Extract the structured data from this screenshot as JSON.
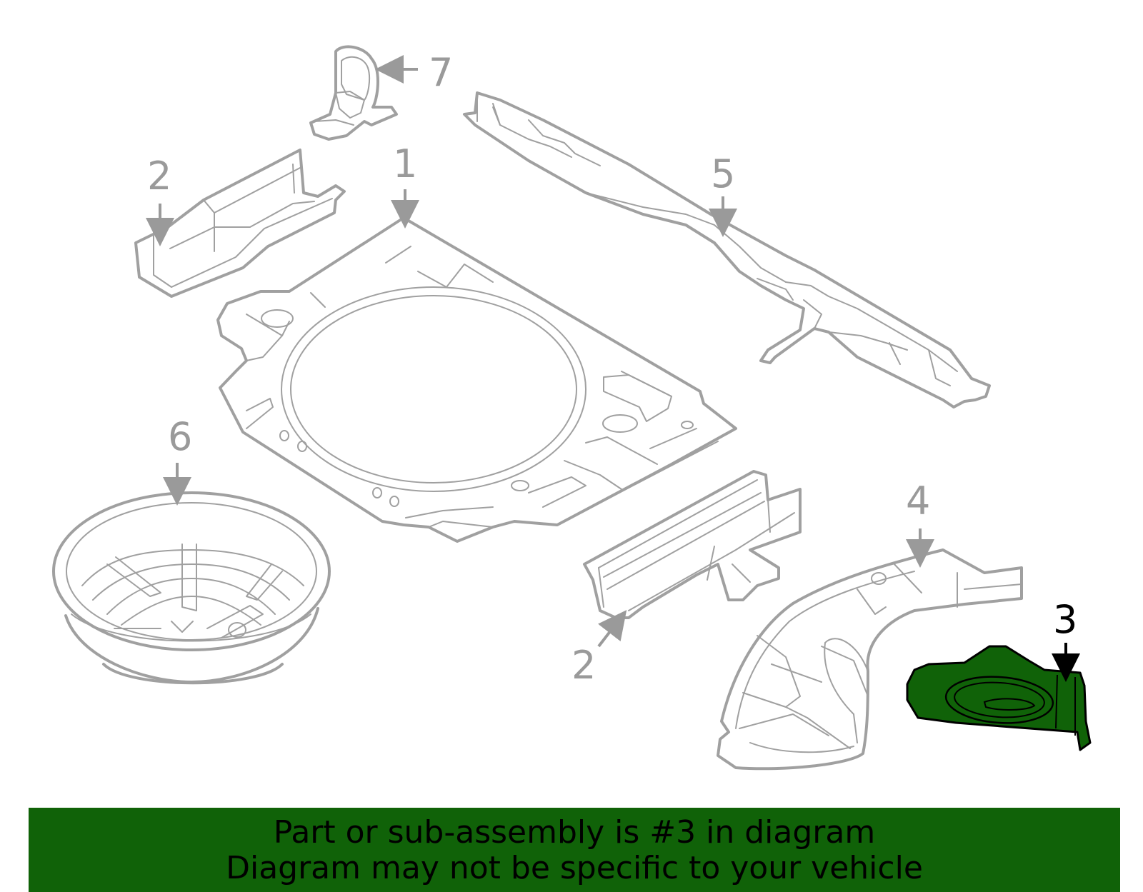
{
  "colors": {
    "highlight": "#106208",
    "part_stroke": "#a0a0a0",
    "callout_text": "#9a9a9a",
    "active_callout": "#000000",
    "background": "#ffffff"
  },
  "callouts": [
    {
      "id": "1",
      "label": "1",
      "active": false
    },
    {
      "id": "2a",
      "label": "2",
      "active": false
    },
    {
      "id": "2b",
      "label": "2",
      "active": false
    },
    {
      "id": "3",
      "label": "3",
      "active": true
    },
    {
      "id": "4",
      "label": "4",
      "active": false
    },
    {
      "id": "5",
      "label": "5",
      "active": false
    },
    {
      "id": "6",
      "label": "6",
      "active": false
    },
    {
      "id": "7",
      "label": "7",
      "active": false
    }
  ],
  "banner": {
    "line1": "Part or sub-assembly is #3 in diagram",
    "line2": "Diagram may not be specific to your vehicle"
  }
}
